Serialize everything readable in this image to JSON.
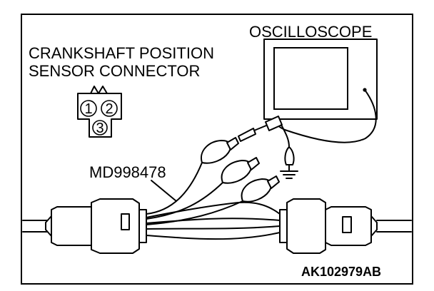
{
  "labels": {
    "oscilloscope": "OSCILLOSCOPE",
    "sensor_connector_line1": "CRANKSHAFT POSITION",
    "sensor_connector_line2": "SENSOR CONNECTOR",
    "tool": "MD998478",
    "figure_code": "AK102979AB"
  },
  "connector_pins": [
    "1",
    "2",
    "3"
  ]
}
